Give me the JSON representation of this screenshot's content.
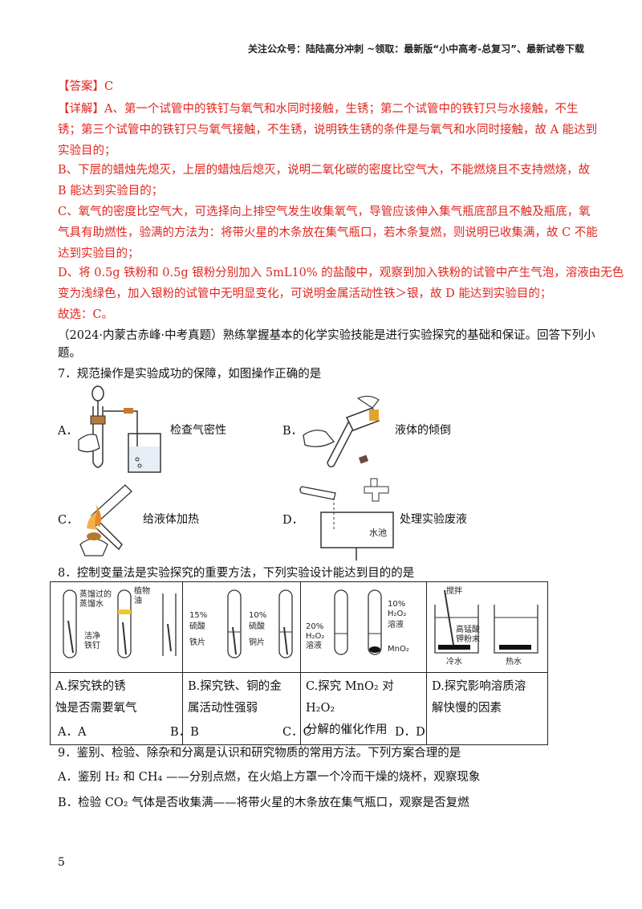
{
  "header": "关注公众号：陆陆高分冲刺 ~领取：最新版“小中高考-总复习”、最新试卷下载",
  "answer": "【答案】C",
  "detail": [
    "【详解】A、第一个试管中的铁钉与氧气和水同时接触，生锈；第二个试管中的铁钉只与水接触，不生",
    "锈；第三个试管中的铁钉只与氧气接触，不生锈，说明铁生锈的条件是与氧气和水同时接触，故 A 能达到",
    "实验目的；",
    "B、下层的蜡烛先熄灭，上层的蜡烛后熄灭，说明二氧化碳的密度比空气大，不能燃烧且不支持燃烧，故",
    "B 能达到实验目的；",
    "C、氧气的密度比空气大，可选择向上排空气发生收集氧气，导管应该伸入集气瓶底部且不触及瓶底，氧",
    "气具有助燃性，验满的方法为：将带火星的木条放在集气瓶口，若木条复燃，则说明已收集满，故 C 不能",
    "达到实验目的；",
    "D、将 0.5g 铁粉和 0.5g 银粉分别加入 5mL10% 的盐酸中，观察到加入铁粉的试管中产生气泡，溶液由无色",
    "变为浅绿色，加入银粉的试管中无明显变化，可说明金属活动性铁＞银，故 D 能达到实验目的；",
    "故选：C。"
  ],
  "intro": [
    "（2024·内蒙古赤峰·中考真题）熟练掌握基本的化学实验技能是进行实验探究的基础和保证。回答下列小",
    "题。"
  ],
  "q7": {
    "stem": "7．规范操作是实验成功的保障，如图操作正确的是",
    "options": [
      {
        "letter": "A．",
        "caption": "检查气密性"
      },
      {
        "letter": "B．",
        "caption": "液体的倾倒"
      },
      {
        "letter": "C．",
        "caption": "给液体加热"
      },
      {
        "letter": "D．",
        "caption": "处理实验废液"
      }
    ],
    "sink_label": "水池"
  },
  "q8": {
    "stem": "8．控制变量法是实验探究的重要方法，下列实验设计能达到目的的是",
    "fig_labels": {
      "a1": "蒸馏过的",
      "a2": "蒸馏水",
      "a3": "植物",
      "a4": "油",
      "a5": "洁净",
      "a6": "铁钉",
      "b1": "15%",
      "b2": "硫酸",
      "b3": "铁片",
      "b4": "10%",
      "b5": "硫酸",
      "b6": "铜片",
      "c1": "20%",
      "c2": "H₂O₂",
      "c3": "溶液",
      "c4": "10%",
      "c5": "H₂O₂",
      "c6": "溶液",
      "c7": "MnO₂",
      "d1": "搅拌",
      "d2": "高锰酸",
      "d3": "钾粉末",
      "d4": "冷水",
      "d5": "热水"
    },
    "cells": [
      [
        "A.探究铁的锈",
        "蚀是否需要氧气"
      ],
      [
        "B.探究铁、铜的金",
        "属活动性强弱"
      ],
      [
        "C.探究 MnO₂ 对 H₂O₂",
        "分解的催化作用"
      ],
      [
        "D.探究影响溶质溶",
        "解快慢的因素"
      ]
    ],
    "options": [
      "A．A",
      "B．B",
      "C．C",
      "D．D"
    ]
  },
  "q9": {
    "stem": "9．鉴别、检验、除杂和分离是认识和研究物质的常用方法。下列方案合理的是",
    "a": "A．鉴别 H₂ 和 CH₄ ——分别点燃，在火焰上方罩一个冷而干燥的烧杯，观察现象",
    "b": "B．检验 CO₂ 气体是否收集满——将带火星的木条放在集气瓶口，观察是否复燃"
  },
  "page_number": "5"
}
